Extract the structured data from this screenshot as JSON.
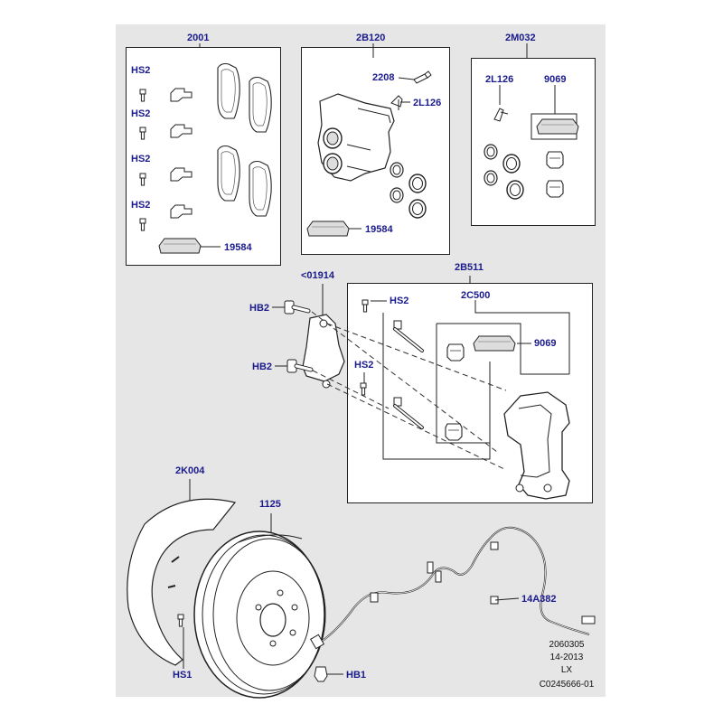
{
  "labels": {
    "group_pads": "2001",
    "group_caliper": "2B120",
    "group_repair": "2M032",
    "hs2_a": "HS2",
    "hs2_b": "HS2",
    "hs2_c": "HS2",
    "hs2_d": "HS2",
    "grease_pads": "19584",
    "bleed_screw": "2208",
    "bleed_cap_caliper": "2L126",
    "grease_caliper": "19584",
    "bleed_cap_repair": "2L126",
    "grease_repair": "9069",
    "bracket_shim": "<01914",
    "hb2_top": "HB2",
    "hb2_bottom": "HB2",
    "carrier_group": "2B511",
    "hs2_carrier_top": "HS2",
    "hs2_carrier_bottom": "HS2",
    "pin_kit": "2C500",
    "grease_pin": "9069",
    "shield": "2K004",
    "disc": "1125",
    "sensor": "14A382",
    "hs1": "HS1",
    "hb1": "HB1"
  },
  "footer": {
    "line1": "2060305",
    "line2": "14-2013",
    "line3": "LX",
    "line4": "C0245666-01"
  },
  "colors": {
    "panel": "#e6e6e6",
    "label": "#1a1a8c",
    "line": "#222222",
    "box": "#ffffff"
  }
}
